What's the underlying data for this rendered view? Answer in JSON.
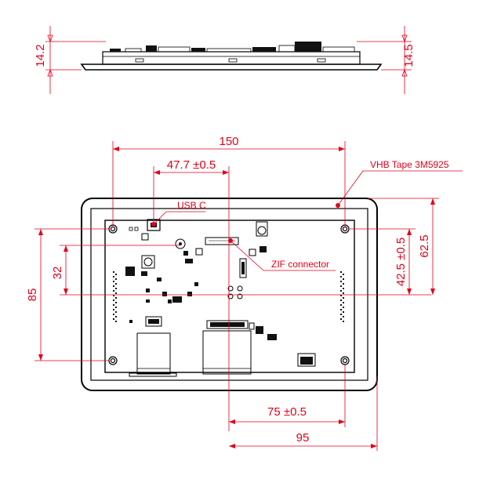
{
  "dimensions": {
    "top_left_height": "14.2",
    "top_right_height": "14.5",
    "overall_width": "150",
    "usb_offset": "47.7 ±0.5",
    "left_hole_span": "85",
    "left_usb_offset": "32",
    "right_offset": "42.5 ±0.5",
    "right_overall": "62.5",
    "bottom_offset": "75 ±0.5",
    "bottom_overall": "95"
  },
  "callouts": {
    "vhb_tape": "VHB Tape 3M5925",
    "usb_c": "USB C",
    "zif_connector": "ZIF connector"
  },
  "colors": {
    "dimension": "#e1001a",
    "body": "#000000"
  }
}
